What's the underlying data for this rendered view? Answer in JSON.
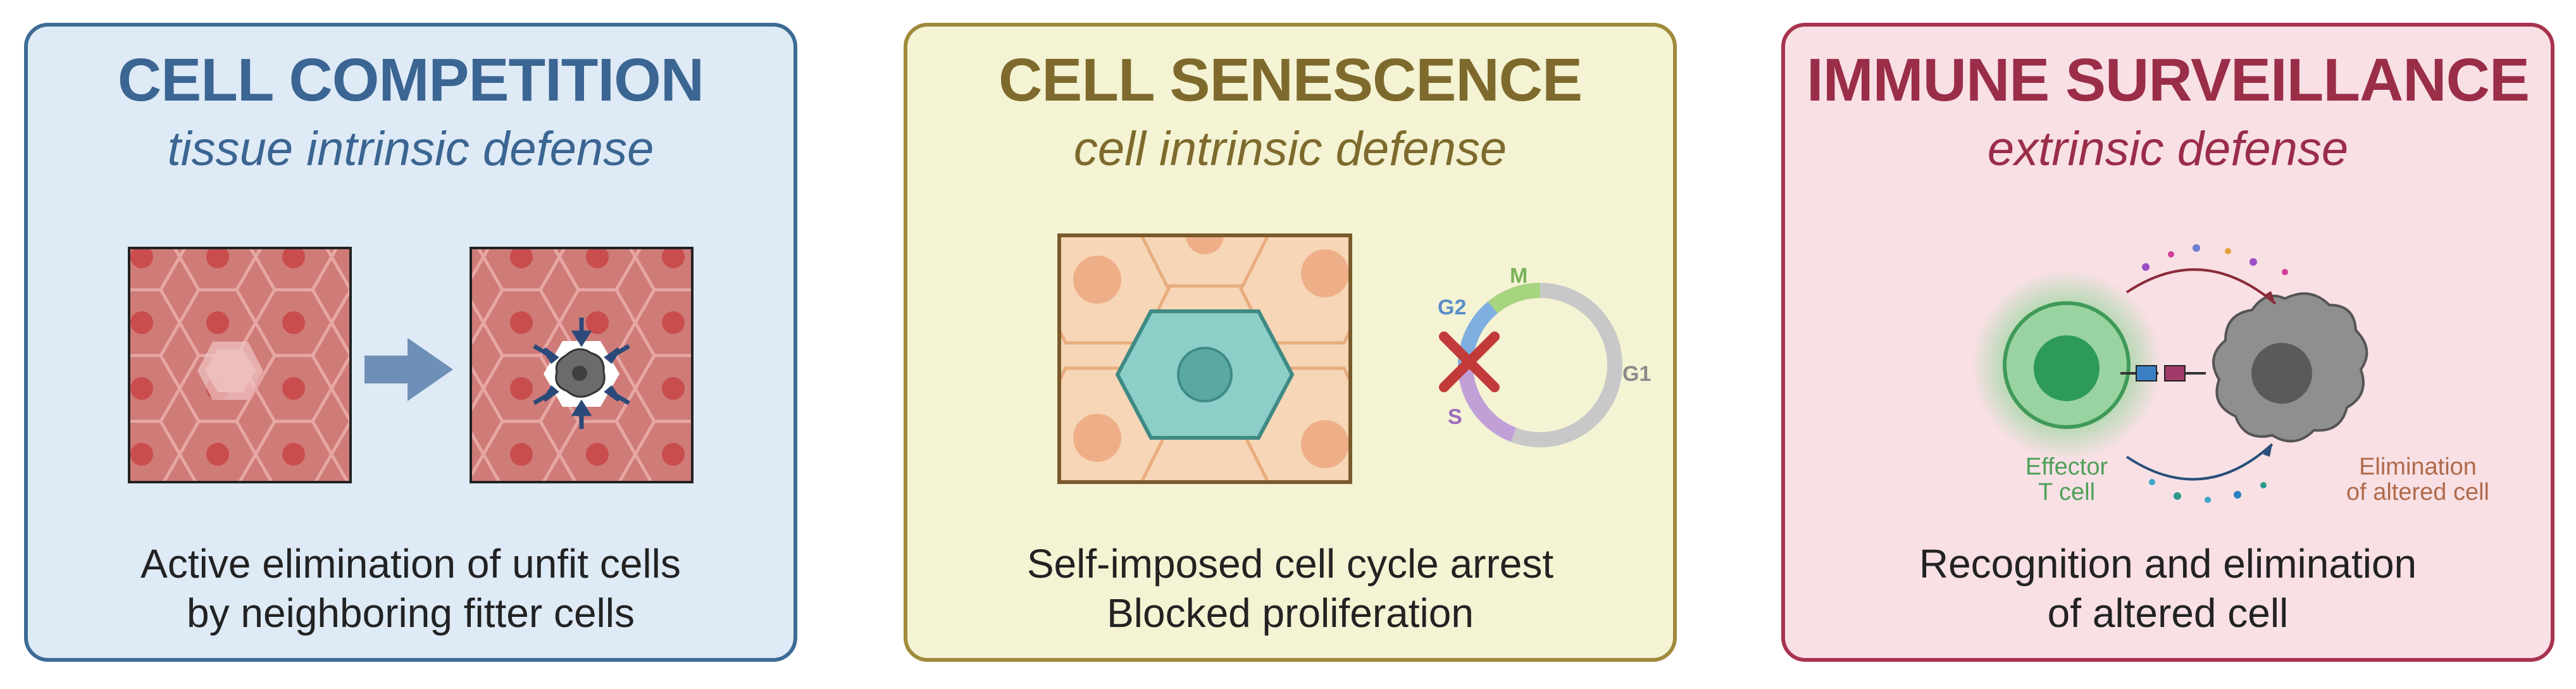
{
  "panels": [
    {
      "title": "CELL COMPETITION",
      "subtitle": "tissue intrinsic defense",
      "description": [
        "Active elimination of unfit cells",
        "by neighboring fitter cells"
      ]
    },
    {
      "title": "CELL SENESCENCE",
      "subtitle": "cell intrinsic defense",
      "description": [
        "Self-imposed cell cycle arrest",
        "Blocked proliferation"
      ],
      "cycle_phases": [
        "M",
        "G2",
        "S",
        "G1"
      ]
    },
    {
      "title": "IMMUNE SURVEILLANCE",
      "subtitle": "extrinsic defense",
      "description": [
        "Recognition and elimination",
        "of altered cell"
      ],
      "labels": {
        "effector": [
          "Effector",
          "T cell"
        ],
        "elimination": [
          "Elimination",
          "of altered cell"
        ]
      }
    }
  ],
  "colors": {
    "panel1_border": "#3d6b95",
    "panel2_border": "#a08a3c",
    "panel3_border": "#a8334f"
  }
}
